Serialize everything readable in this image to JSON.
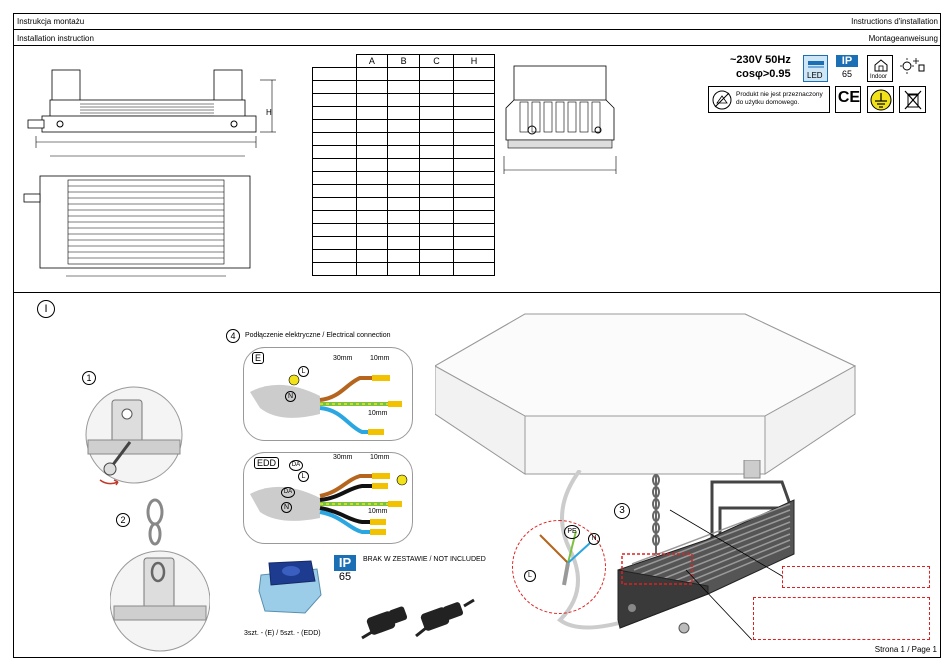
{
  "header": {
    "title_pl": "Instrukcja montażu",
    "title_en": "Installation instruction",
    "title_fr": "Instructions d'installation",
    "title_de": "Montageanweisung"
  },
  "dimensions_table": {
    "columns": [
      "A",
      "B",
      "C",
      "H"
    ]
  },
  "drawing_labels": {
    "height_label": "H"
  },
  "specs": {
    "voltage": "~230V 50Hz",
    "power_factor": "cosφ>0.95",
    "led_label": "LED",
    "ip_label": "IP",
    "ip_value": "65",
    "indoor_label": "Indoor",
    "not_domestic": "Produkt nie jest przeznaczony do użytku domowego.",
    "ce_label": "CE"
  },
  "section": {
    "roman_numeral": "I",
    "step1": "1",
    "step2": "2",
    "step3": "3",
    "step4": "4"
  },
  "connection": {
    "title": "Podłączenie elektryczne / Electrical connection",
    "variant_e": "E",
    "variant_edd": "EDD",
    "len_30": "30mm",
    "len_10": "10mm",
    "wire_L": "L",
    "wire_N": "N",
    "wire_DA": "DA",
    "wire_PE": "PE"
  },
  "accessories": {
    "ip_label": "IP",
    "ip_value": "65",
    "not_included": "BRAK W ZESTAWIE / NOT INCLUDED",
    "quantity": "3szt. - (E) / 5szt. - (EDD)"
  },
  "footer": {
    "page": "Strona 1 / Page 1"
  },
  "colors": {
    "brown": "#b5651d",
    "green_yellow": "#7cc242",
    "blue": "#2aa6e0",
    "black": "#111111",
    "ip_blue": "#1b6fb5",
    "red_dash": "#e02020"
  }
}
